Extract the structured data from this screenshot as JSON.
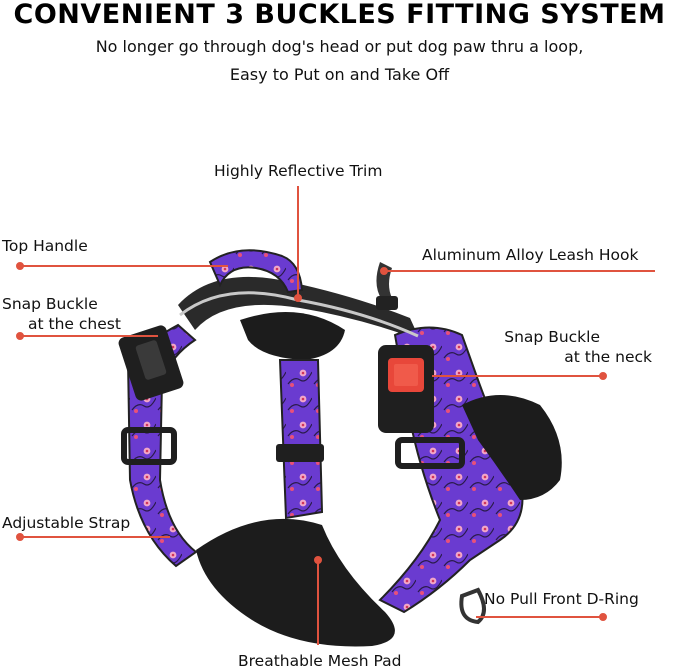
{
  "headline": "CONVENIENT 3 BUCKLES FITTING SYSTEM",
  "subheadline_line1": "No longer go through dog's head or put dog paw thru a loop,",
  "subheadline_line2": "Easy to Put on and Take Off",
  "callouts": {
    "reflective_trim": "Highly Reflective Trim",
    "top_handle": "Top Handle",
    "leash_hook": "Aluminum Alloy Leash Hook",
    "chest_buckle_line1": "Snap Buckle",
    "chest_buckle_line2": "at the chest",
    "neck_buckle_line1": "Snap Buckle",
    "neck_buckle_line2": "at the neck",
    "adjustable_strap": "Adjustable Strap",
    "front_ring": "No Pull Front D-Ring",
    "mesh_pad": "Breathable Mesh Pad"
  },
  "colors": {
    "callout_line": "#e0533f",
    "strap_purple": "#6a3bd0",
    "flower_pink": "#f2a7c8",
    "buckle_red": "#e8473a",
    "mesh_black": "#1c1c1c"
  }
}
